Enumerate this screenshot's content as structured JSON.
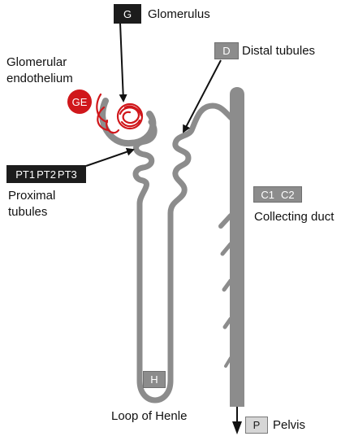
{
  "markers": {
    "glomerulus": "G",
    "glomerular_endothelium": "GE",
    "distal": "D",
    "proximal": [
      "PT1",
      "PT2",
      "PT3"
    ],
    "collecting": [
      "C1",
      "C2"
    ],
    "henle": "H",
    "pelvis": "P"
  },
  "labels": {
    "glomerulus": "Glomerulus",
    "glomerular_endothelium": [
      "Glomerular",
      "endothelium"
    ],
    "distal": "Distal tubules",
    "proximal": [
      "Proximal",
      "tubules"
    ],
    "collecting": "Collecting duct",
    "henle": "Loop of Henle",
    "pelvis": "Pelvis"
  },
  "colors": {
    "tubule": "#8c8c8c",
    "glomerulus": "#d0171b",
    "arrow": "#111111"
  }
}
